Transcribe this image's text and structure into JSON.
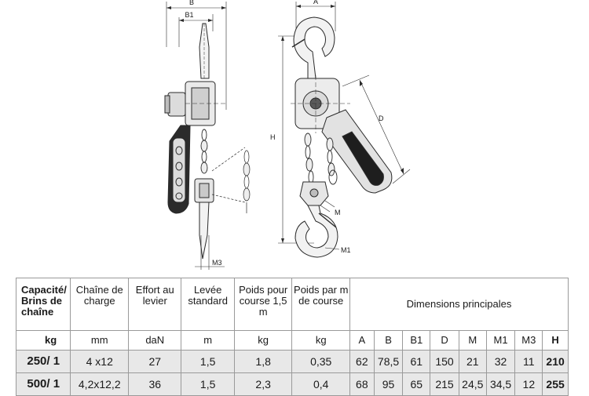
{
  "drawing": {
    "labels": {
      "B": "B",
      "B1": "B1",
      "A": "A",
      "D": "D",
      "H": "H",
      "M": "M",
      "M1": "M1",
      "M3": "M3"
    }
  },
  "table": {
    "headers": {
      "capacity": "Capacité/ Brins de chaîne",
      "chain": "Chaîne de charge",
      "effort": "Effort au levier",
      "lift": "Levée standard",
      "weight_course": "Poids pour course 1,5 m",
      "weight_m": "Poids par m de course",
      "dimensions": "Dimensions principales"
    },
    "units": {
      "capacity": "kg",
      "chain": "mm",
      "effort": "daN",
      "lift": "m",
      "weight_course": "kg",
      "weight_m": "kg",
      "A": "A",
      "B": "B",
      "B1": "B1",
      "D": "D",
      "M": "M",
      "M1": "M1",
      "M3": "M3",
      "H": "H"
    },
    "rows": [
      {
        "capacity": "250/ 1",
        "chain": "4 x12",
        "effort": "27",
        "lift": "1,5",
        "weight_course": "1,8",
        "weight_m": "0,35",
        "A": "62",
        "B": "78,5",
        "B1": "61",
        "D": "150",
        "M": "21",
        "M1": "32",
        "M3": "11",
        "H": "210"
      },
      {
        "capacity": "500/ 1",
        "chain": "4,2x12,2",
        "effort": "36",
        "lift": "1,5",
        "weight_course": "2,3",
        "weight_m": "0,4",
        "A": "68",
        "B": "95",
        "B1": "65",
        "D": "215",
        "M": "24,5",
        "M1": "34,5",
        "M3": "12",
        "H": "255"
      }
    ]
  }
}
